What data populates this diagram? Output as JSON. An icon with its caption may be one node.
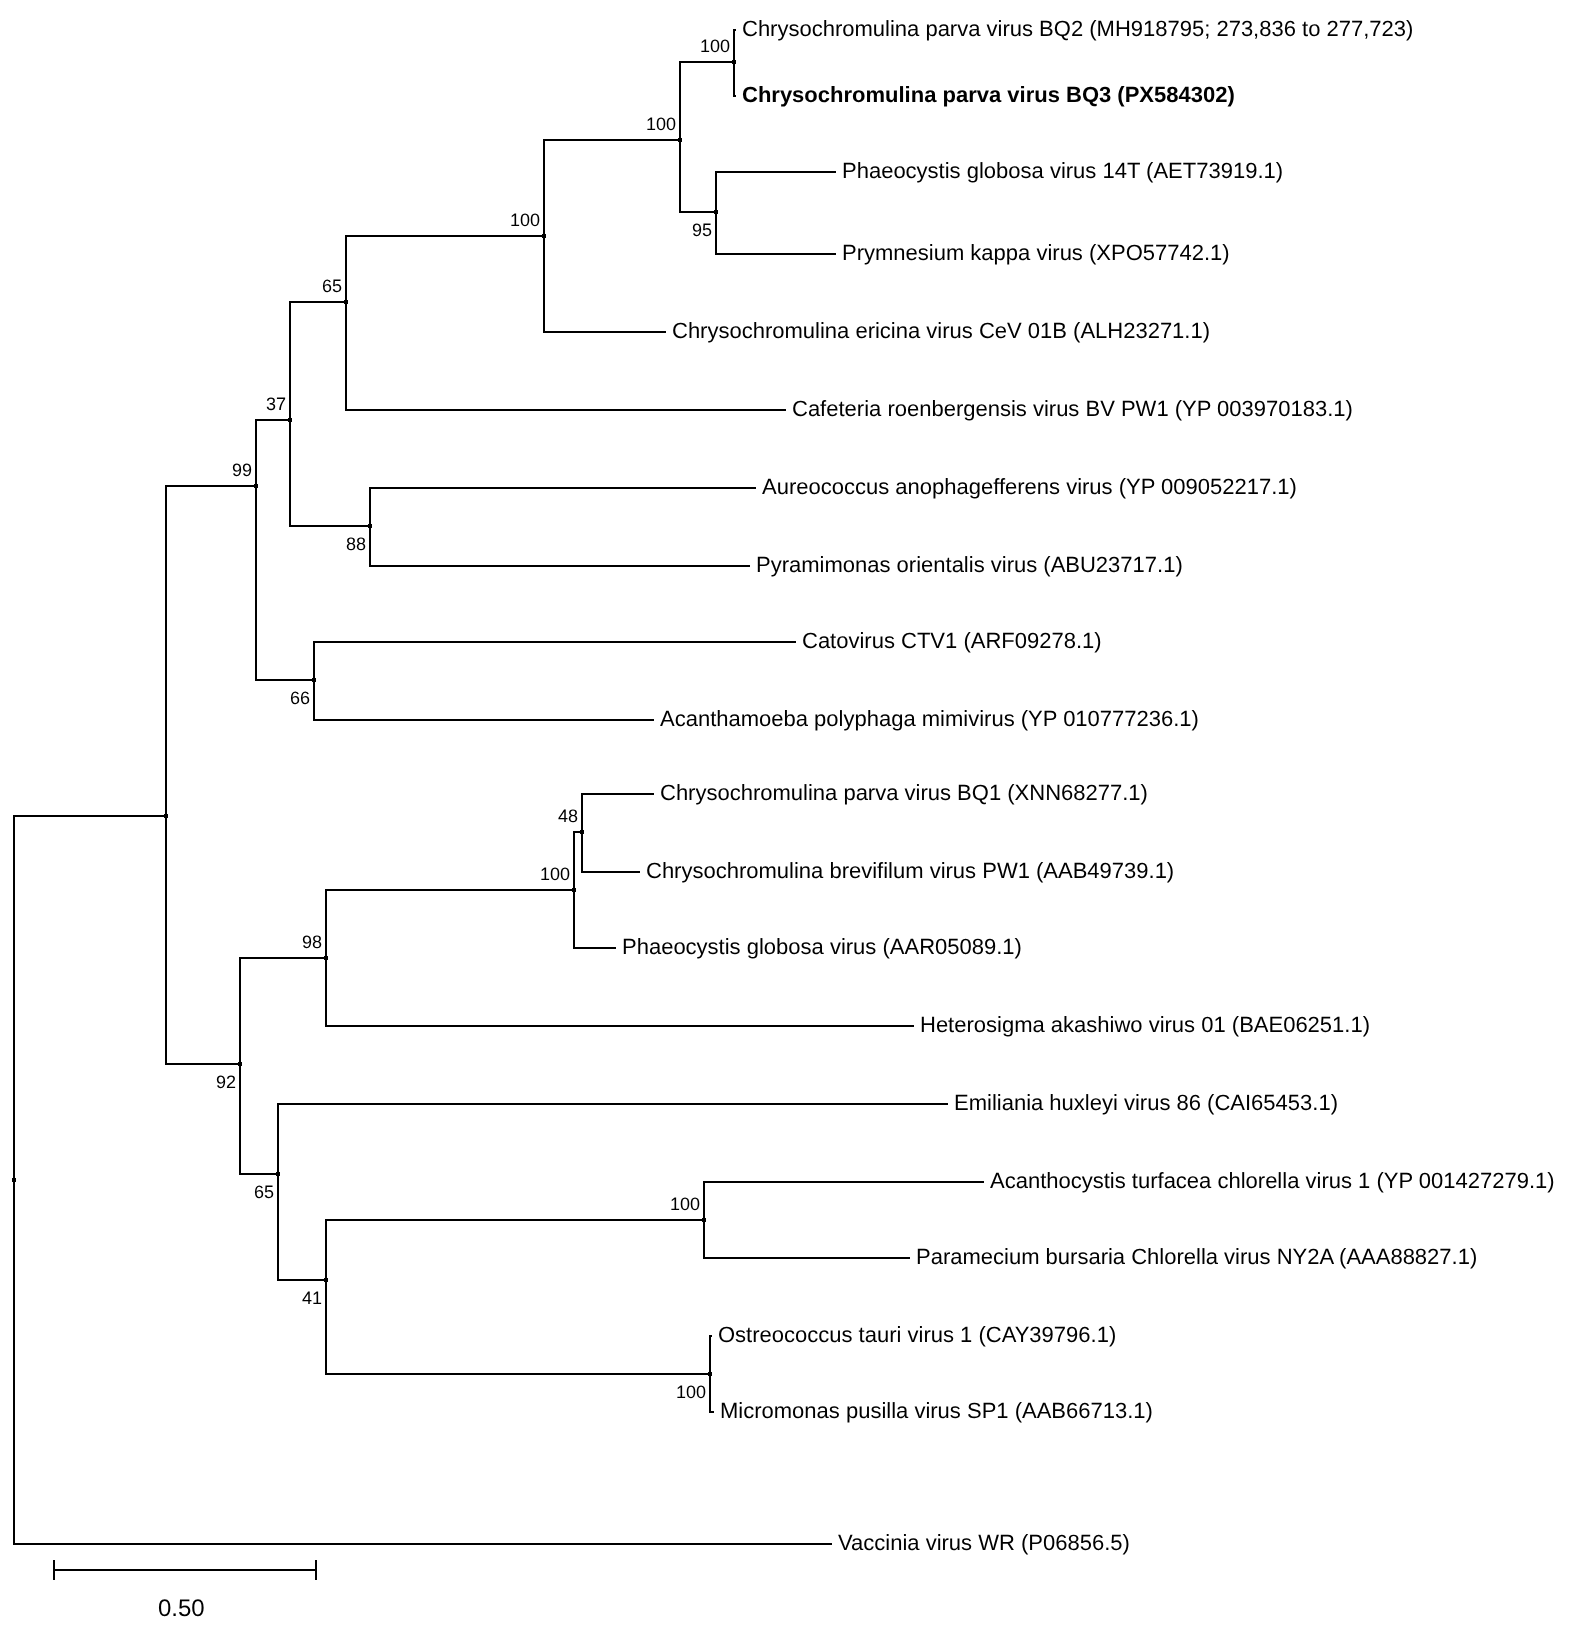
{
  "diagram": {
    "nodes": [
      {
        "text": [],
        "shape": "point"
      },
      {
        "text": [],
        "shape": "point"
      },
      {
        "text": [],
        "shape": "point",
        "beside": [
          "99"
        ]
      },
      {
        "text": [],
        "shape": "point",
        "beside": [
          "37"
        ]
      },
      {
        "text": [],
        "shape": "point",
        "beside": [
          "65"
        ]
      },
      {
        "text": [],
        "shape": "point",
        "beside": [
          "100"
        ]
      },
      {
        "text": [],
        "shape": "point",
        "beside": [
          "100"
        ]
      },
      {
        "text": [],
        "shape": "point",
        "beside": [
          "100"
        ]
      },
      {
        "text": [
          "Chrysochromulina parva virus BQ2 (MH918795; 273,836 to 277,723)"
        ]
      },
      {
        "text": [
          "Chrysochromulina parva virus BQ3 (PX584302)"
        ]
      },
      {
        "text": [],
        "shape": "point",
        "beside": [
          "95"
        ]
      },
      {
        "text": [
          "Phaeocystis globosa virus 14T (AET73919.1)"
        ]
      },
      {
        "text": [
          "Prymnesium kappa virus (XPO57742.1)"
        ]
      },
      {
        "text": [
          "Chrysochromulina ericina virus CeV 01B (ALH23271.1)"
        ]
      },
      {
        "text": [
          "Cafeteria roenbergensis virus BV PW1 (YP 003970183.1)"
        ]
      },
      {
        "text": [],
        "shape": "point",
        "beside": [
          "88"
        ]
      },
      {
        "text": [
          "Aureococcus anophagefferens virus (YP 009052217.1)"
        ]
      },
      {
        "text": [
          "Pyramimonas orientalis virus (ABU23717.1)"
        ]
      },
      {
        "text": [],
        "shape": "point",
        "beside": [
          "66"
        ]
      },
      {
        "text": [
          "Catovirus CTV1 (ARF09278.1)"
        ]
      },
      {
        "text": [
          "Acanthamoeba polyphaga mimivirus (YP 010777236.1)"
        ]
      },
      {
        "text": [],
        "shape": "point",
        "beside": [
          "92"
        ]
      },
      {
        "text": [],
        "shape": "point",
        "beside": [
          "98"
        ]
      },
      {
        "text": [],
        "shape": "point",
        "beside": [
          "100"
        ]
      },
      {
        "text": [],
        "shape": "point",
        "beside": [
          "48"
        ]
      },
      {
        "text": [
          "Chrysochromulina parva virus BQ1 (XNN68277.1)"
        ]
      },
      {
        "text": [
          "Chrysochromulina brevifilum virus PW1 (AAB49739.1)"
        ]
      },
      {
        "text": [
          "Phaeocystis globosa virus (AAR05089.1)"
        ]
      },
      {
        "text": [
          "Heterosigma akashiwo virus 01 (BAE06251.1)"
        ]
      },
      {
        "text": [],
        "shape": "point",
        "beside": [
          "65"
        ]
      },
      {
        "text": [
          "Emiliania huxleyi virus 86 (CAI65453.1)"
        ]
      },
      {
        "text": [],
        "shape": "point",
        "beside": [
          "41"
        ]
      },
      {
        "text": [],
        "shape": "point",
        "beside": [
          "100"
        ]
      },
      {
        "text": [
          "Acanthocystis turfacea chlorella virus 1 (YP 001427279.1)"
        ]
      },
      {
        "text": [
          "Paramecium bursaria Chlorella virus NY2A (AAA88827.1)"
        ]
      },
      {
        "text": [],
        "shape": "point",
        "beside": [
          "100"
        ]
      },
      {
        "text": [
          "Ostreococcus tauri virus 1 (CAY39796.1)"
        ]
      },
      {
        "text": [
          "Micromonas pusilla virus SP1 (AAB66713.1)"
        ]
      },
      {
        "text": [
          "Vaccinia virus WR (P06856.5)"
        ]
      }
    ],
    "edges": [
      {
        "from": 0,
        "to": 1,
        "arrow": "none"
      },
      {
        "from": 1,
        "to": 2,
        "arrow": "none"
      },
      {
        "from": 2,
        "to": 3,
        "arrow": "none"
      },
      {
        "from": 3,
        "to": 4,
        "arrow": "none"
      },
      {
        "from": 4,
        "to": 5,
        "arrow": "none"
      },
      {
        "from": 5,
        "to": 6,
        "arrow": "none"
      },
      {
        "from": 6,
        "to": 7,
        "arrow": "none"
      },
      {
        "from": 7,
        "to": 8,
        "arrow": "none"
      },
      {
        "from": 7,
        "to": 9,
        "arrow": "none"
      },
      {
        "from": 6,
        "to": 10,
        "arrow": "none"
      },
      {
        "from": 10,
        "to": 11,
        "arrow": "none"
      },
      {
        "from": 10,
        "to": 12,
        "arrow": "none"
      },
      {
        "from": 5,
        "to": 13,
        "arrow": "none"
      },
      {
        "from": 4,
        "to": 14,
        "arrow": "none"
      },
      {
        "from": 3,
        "to": 15,
        "arrow": "none"
      },
      {
        "from": 15,
        "to": 16,
        "arrow": "none"
      },
      {
        "from": 15,
        "to": 17,
        "arrow": "none"
      },
      {
        "from": 2,
        "to": 18,
        "arrow": "none"
      },
      {
        "from": 18,
        "to": 19,
        "arrow": "none"
      },
      {
        "from": 18,
        "to": 20,
        "arrow": "none"
      },
      {
        "from": 1,
        "to": 21,
        "arrow": "none"
      },
      {
        "from": 21,
        "to": 22,
        "arrow": "none"
      },
      {
        "from": 22,
        "to": 23,
        "arrow": "none"
      },
      {
        "from": 23,
        "to": 24,
        "arrow": "none"
      },
      {
        "from": 24,
        "to": 25,
        "arrow": "none"
      },
      {
        "from": 24,
        "to": 26,
        "arrow": "none"
      },
      {
        "from": 23,
        "to": 27,
        "arrow": "none"
      },
      {
        "from": 22,
        "to": 28,
        "arrow": "none"
      },
      {
        "from": 21,
        "to": 29,
        "arrow": "none"
      },
      {
        "from": 29,
        "to": 30,
        "arrow": "none"
      },
      {
        "from": 29,
        "to": 31,
        "arrow": "none"
      },
      {
        "from": 31,
        "to": 32,
        "arrow": "none"
      },
      {
        "from": 32,
        "to": 33,
        "arrow": "none"
      },
      {
        "from": 32,
        "to": 34,
        "arrow": "none"
      },
      {
        "from": 31,
        "to": 35,
        "arrow": "none"
      },
      {
        "from": 35,
        "to": 36,
        "arrow": "none"
      },
      {
        "from": 35,
        "to": 37,
        "arrow": "none"
      },
      {
        "from": 0,
        "to": 38,
        "arrow": "none"
      }
    ],
    "labels": [
      "0.50"
    ]
  }
}
